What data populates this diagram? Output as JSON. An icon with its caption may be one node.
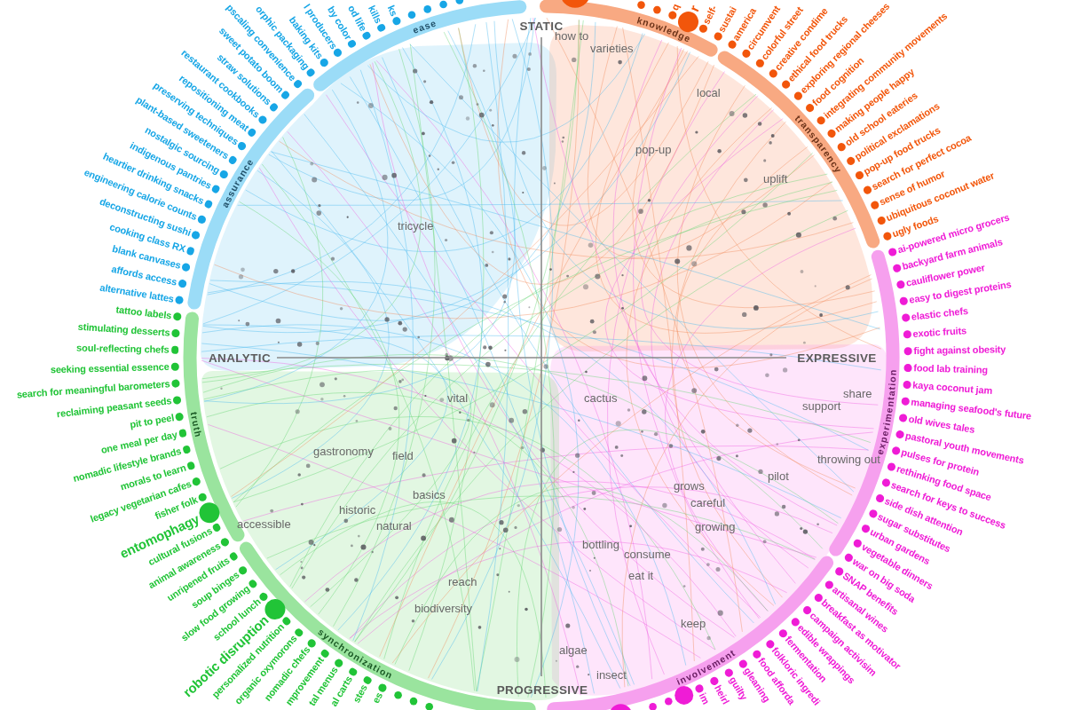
{
  "diagram": {
    "nodes": [
      {
        "text": [
          "ease"
        ],
        "beside": [
          "ks",
          "kills",
          "od life",
          "by color",
          "l producers",
          "baking kits",
          "orphic packaging"
        ]
      },
      {
        "text": [
          "assurance"
        ],
        "beside": [
          "pscaling convenience",
          "sweet potato boom",
          "straw solutions",
          "restaurant cookbooks",
          "repositioning meat",
          "preserving techniques",
          "plant-based sweeteners",
          "nostalgic sourcing",
          "indigenous pantries",
          "heartier drinking snacks",
          "engineering calorie counts",
          "deconstructing sushi",
          "cooking class RX",
          "blank canvases",
          "affords access",
          "alternative lattes"
        ]
      },
      {
        "text": [
          "knowledge"
        ],
        "beside": [
          "q",
          "r",
          "self-",
          "sustai"
        ]
      },
      {
        "text": [
          "transparency"
        ],
        "beside": [
          "america",
          "circumvent",
          "colorful street",
          "creative condime",
          "ethical food trucks",
          "exploring regional cheeses",
          "food cognition",
          "integrating community movements",
          "making people happy",
          "old school eateries",
          "political exclamations",
          "pop-up food trucks",
          "search for perfect cocoa",
          "sense of humor",
          "ubiquitous coconut water",
          "ugly foods"
        ]
      },
      {
        "text": [
          "experimentation"
        ],
        "beside": [
          "ai-powered micro grocers",
          "backyard farm animals",
          "cauliflower power",
          "easy to digest proteins",
          "elastic chefs",
          "exotic fruits",
          "fight against obesity",
          "food lab training",
          "kaya coconut jam",
          "managing seafood's future",
          "old wives tales",
          "pastoral youth movements",
          "pulses for protein",
          "rethinking food space",
          "search for keys to success",
          "side dish attention",
          "sugar substitutes",
          "urban gardens",
          "vegetable dinners",
          "war on big soda"
        ]
      },
      {
        "text": [
          "involvement"
        ],
        "beside": [
          "SNAP benefits",
          "artisanal wines",
          "breakfast as motivator",
          "campaign activisim",
          "edible wrappings",
          "fermentation",
          "folkloric ingredi",
          "food afforda",
          "gleaning",
          "guilty",
          "heirl",
          "im"
        ]
      },
      {
        "text": [
          "synchronization"
        ],
        "beside": [
          "unripened fruits",
          "soup binges",
          "slow food growing",
          "school lunch",
          "robotic disruption",
          "personalized nutrition",
          "organic oxymorons",
          "nomadic chefs",
          "mprovement",
          "tal menus",
          "al carts",
          "stes",
          "es"
        ]
      },
      {
        "text": [
          "truth"
        ],
        "beside": [
          "tattoo labels",
          "stimulating desserts",
          "soul-reflecting chefs",
          "seeking essential essence",
          "search for meaningful barometers",
          "reclaiming peasant seeds",
          "pit to peel",
          "one meal per day",
          "nomadic lifestyle brands",
          "morals to learn",
          "legacy vegetarian cafes",
          "fisher folk",
          "entomophagy",
          "cultural fusions",
          "animal awareness"
        ]
      }
    ],
    "labels": [
      "STATIC",
      "how to",
      "varieties",
      "local",
      "pop-up",
      "uplift",
      "tricycle",
      "ANALYTIC",
      "EXPRESSIVE",
      "vital",
      "cactus",
      "share",
      "support",
      "gastronomy",
      "field",
      "throwing out",
      "pilot",
      "grows",
      "basics",
      "careful",
      "historic",
      "accessible",
      "natural",
      "growing",
      "bottling",
      "consume",
      "eat it",
      "reach",
      "biodiversity",
      "keep",
      "algae",
      "insect",
      "PROGRESSIVE"
    ]
  }
}
